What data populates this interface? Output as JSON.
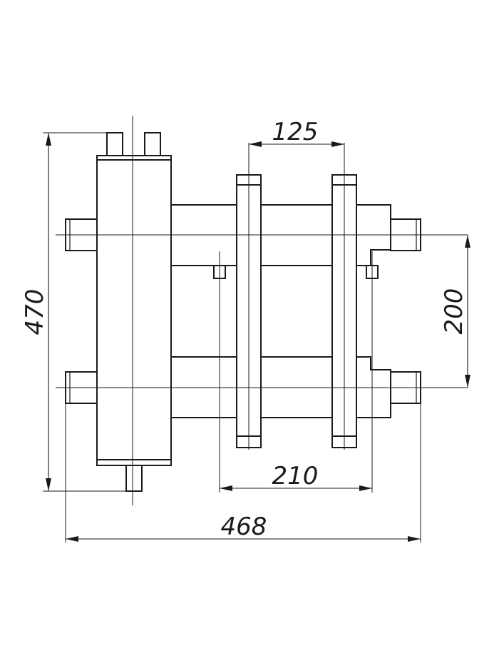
{
  "dimensions": {
    "overall_height": "470",
    "overall_width": "468",
    "top_pipe_spacing": "125",
    "bottom_pipe_spacing": "210",
    "side_port_spacing": "200"
  },
  "colors": {
    "line": "#1a1a1a",
    "background": "#ffffff"
  }
}
